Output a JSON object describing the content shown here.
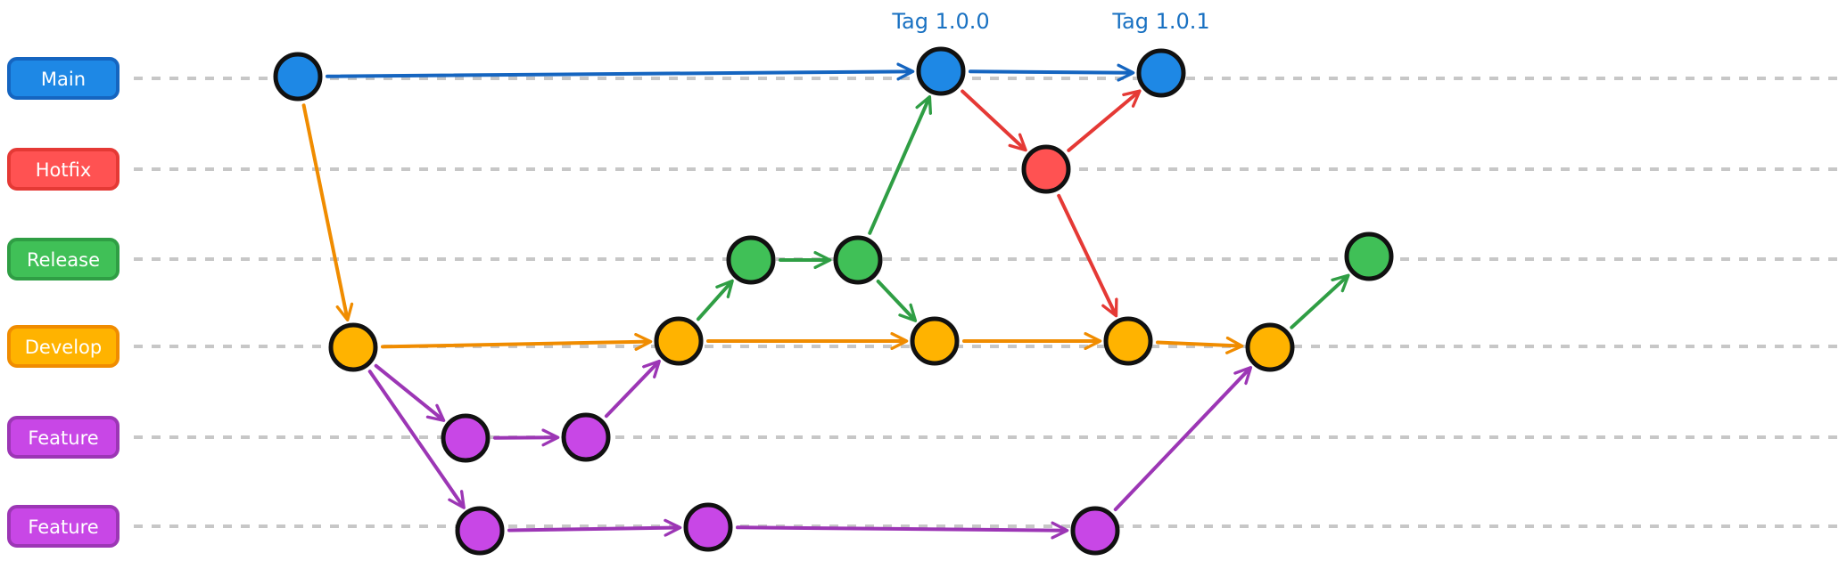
{
  "colors": {
    "main": "#1e88e5",
    "main_dark": "#1565c0",
    "hotfix": "#ff5252",
    "hotfix_dark": "#e53935",
    "release": "#40c057",
    "release_dark": "#2f9e44",
    "develop": "#ffb300",
    "develop_dark": "#f08c00",
    "feature": "#c847e6",
    "feature_dark": "#9c36b5",
    "outline": "#111111",
    "lane_line": "#c7c7c7",
    "tag_text": "#1971c2"
  },
  "lanes": [
    {
      "id": "main",
      "label": "Main"
    },
    {
      "id": "hotfix",
      "label": "Hotfix"
    },
    {
      "id": "release",
      "label": "Release"
    },
    {
      "id": "develop",
      "label": "Develop"
    },
    {
      "id": "feature1",
      "label": "Feature"
    },
    {
      "id": "feature2",
      "label": "Feature"
    }
  ],
  "tags": [
    {
      "commit": "m2",
      "label": "Tag 1.0.0"
    },
    {
      "commit": "m3",
      "label": "Tag 1.0.1"
    }
  ],
  "commits": [
    {
      "id": "m1",
      "lane": "main"
    },
    {
      "id": "m2",
      "lane": "main"
    },
    {
      "id": "m3",
      "lane": "main"
    },
    {
      "id": "h1",
      "lane": "hotfix"
    },
    {
      "id": "r1",
      "lane": "release"
    },
    {
      "id": "r2",
      "lane": "release"
    },
    {
      "id": "r3",
      "lane": "release"
    },
    {
      "id": "d1",
      "lane": "develop"
    },
    {
      "id": "d2",
      "lane": "develop"
    },
    {
      "id": "d3",
      "lane": "develop"
    },
    {
      "id": "d4",
      "lane": "develop"
    },
    {
      "id": "d5",
      "lane": "develop"
    },
    {
      "id": "f1",
      "lane": "feature1"
    },
    {
      "id": "f2",
      "lane": "feature1"
    },
    {
      "id": "g1",
      "lane": "feature2"
    },
    {
      "id": "g2",
      "lane": "feature2"
    },
    {
      "id": "g3",
      "lane": "feature2"
    }
  ],
  "edges": [
    {
      "from": "m1",
      "to": "m2",
      "color": "main"
    },
    {
      "from": "m2",
      "to": "m3",
      "color": "main"
    },
    {
      "from": "m1",
      "to": "d1",
      "color": "develop"
    },
    {
      "from": "d1",
      "to": "d2",
      "color": "develop"
    },
    {
      "from": "d2",
      "to": "d3",
      "color": "develop"
    },
    {
      "from": "d3",
      "to": "d4",
      "color": "develop"
    },
    {
      "from": "d4",
      "to": "d5",
      "color": "develop"
    },
    {
      "from": "d1",
      "to": "f1",
      "color": "feature"
    },
    {
      "from": "f1",
      "to": "f2",
      "color": "feature"
    },
    {
      "from": "f2",
      "to": "d2",
      "color": "feature"
    },
    {
      "from": "d1",
      "to": "g1",
      "color": "feature"
    },
    {
      "from": "g1",
      "to": "g2",
      "color": "feature"
    },
    {
      "from": "g2",
      "to": "g3",
      "color": "feature"
    },
    {
      "from": "g3",
      "to": "d5",
      "color": "feature"
    },
    {
      "from": "d2",
      "to": "r1",
      "color": "release"
    },
    {
      "from": "r1",
      "to": "r2",
      "color": "release"
    },
    {
      "from": "r2",
      "to": "m2",
      "color": "release"
    },
    {
      "from": "r2",
      "to": "d3",
      "color": "release"
    },
    {
      "from": "d5",
      "to": "r3",
      "color": "release"
    },
    {
      "from": "m2",
      "to": "h1",
      "color": "hotfix"
    },
    {
      "from": "h1",
      "to": "m3",
      "color": "hotfix"
    },
    {
      "from": "h1",
      "to": "d4",
      "color": "hotfix"
    }
  ]
}
